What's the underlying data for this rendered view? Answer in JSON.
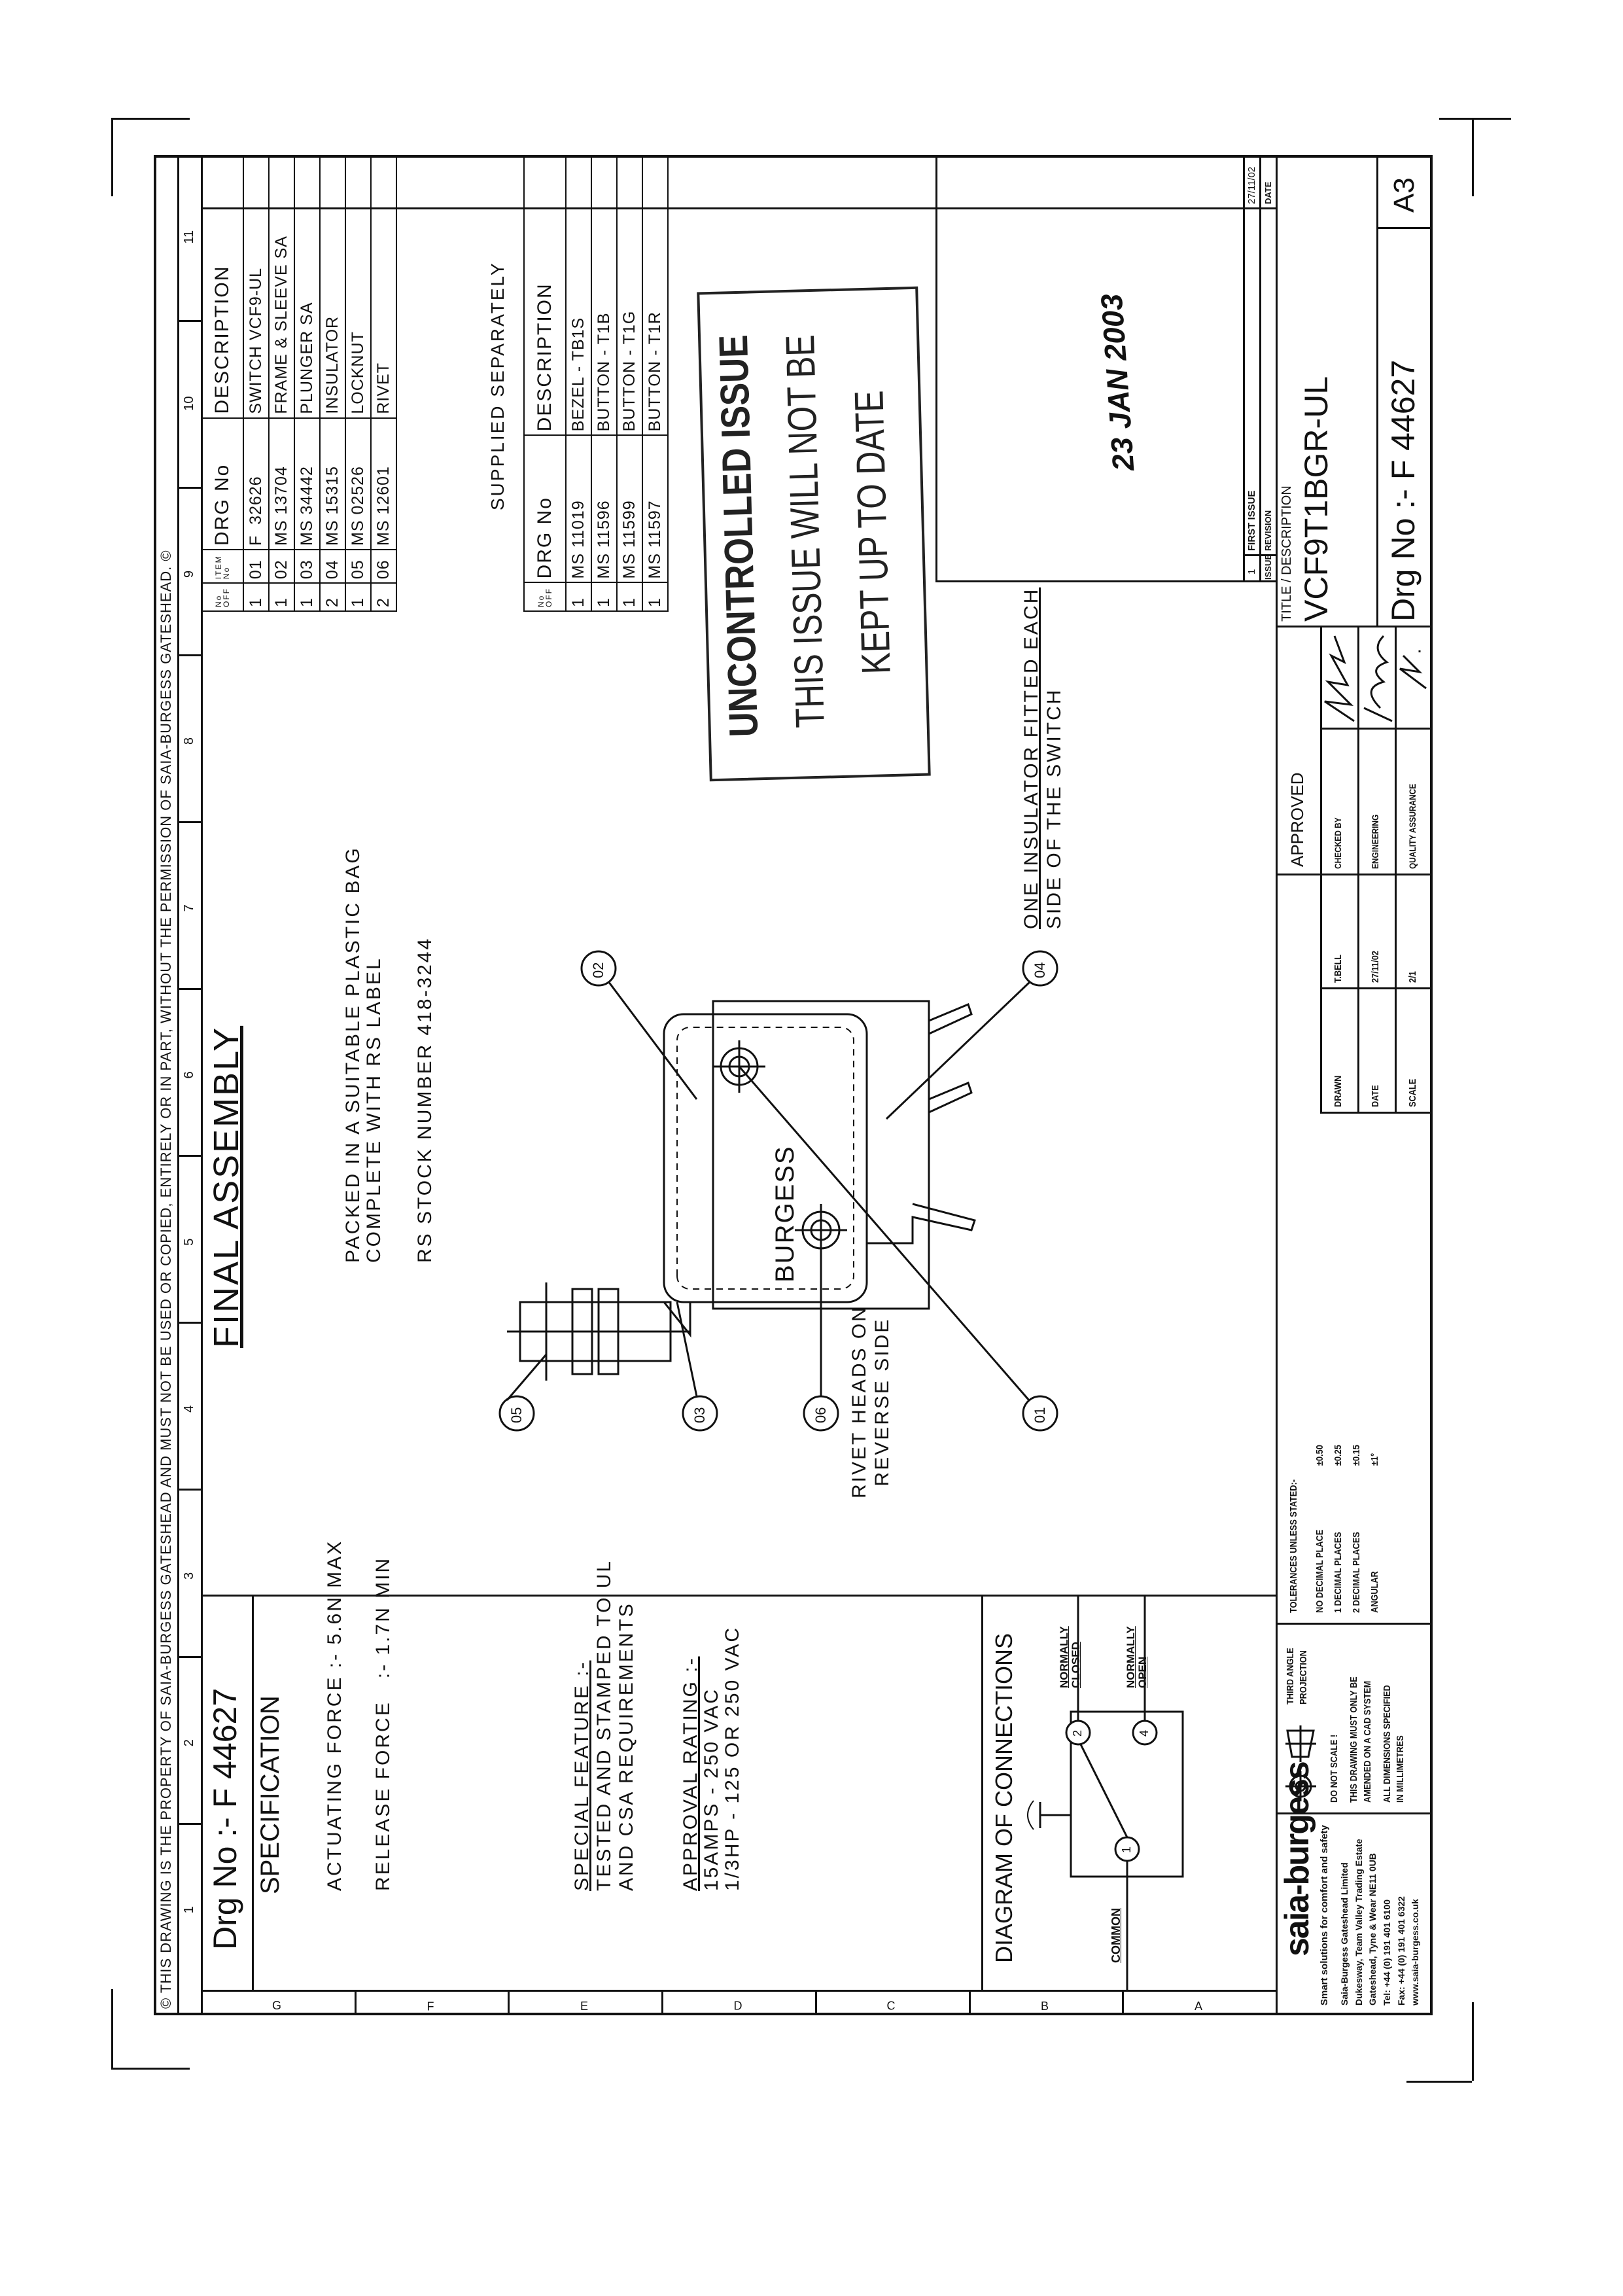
{
  "copyright": "© THIS DRAWING IS THE PROPERTY OF SAIA-BURGESS GATESHEAD AND MUST NOT BE USED OR COPIED, ENTIRELY OR IN PART, WITHOUT THE PERMISSION OF SAIA-BURGESS GATESHEAD. ©",
  "grid": {
    "columns": [
      "1",
      "2",
      "3",
      "4",
      "5",
      "6",
      "7",
      "8",
      "9",
      "10",
      "11"
    ],
    "rows": [
      "G",
      "F",
      "E",
      "D",
      "C",
      "B",
      "A"
    ]
  },
  "header": {
    "drawing_no": "Drg No :- F 44627"
  },
  "specification": {
    "title": "SPECIFICATION",
    "actuating": "ACTUATING FORCE :- 5.6N MAX",
    "release": "RELEASE FORCE   :- 1.7N MIN",
    "special_title": "SPECIAL FEATURE :-",
    "special_1": "TESTED AND STAMPED TO UL",
    "special_2": "AND CSA REQUIREMENTS",
    "rating_title": "APPROVAL RATING :-",
    "rating_1": "15AMPS - 250 VAC",
    "rating_2": "1/3HP - 125 OR 250 VAC"
  },
  "connections": {
    "title": "DIAGRAM OF CONNECTIONS",
    "common": "COMMON",
    "nc": [
      "NORMALLY",
      "CLOSED"
    ],
    "no": [
      "NORMALLY",
      "OPEN"
    ],
    "terminals": [
      "1",
      "2",
      "4"
    ]
  },
  "assembly": {
    "title": "FINAL ASSEMBLY",
    "packed_1": "PACKED IN A SUITABLE PLASTIC BAG",
    "packed_2": "COMPLETE WITH RS LABEL",
    "stock": "RS STOCK NUMBER 418-3244",
    "brand_on_part": "BURGESS",
    "balloons": [
      "05",
      "03",
      "06",
      "01",
      "02",
      "04"
    ],
    "rivet_note": [
      "RIVET HEADS ON",
      "REVERSE SIDE"
    ],
    "insulator_note": [
      "ONE INSULATOR FITTED EACH",
      "SIDE OF THE SWITCH"
    ]
  },
  "parts": {
    "headers": [
      "No OFF",
      "ITEM No",
      "DRG No",
      "DESCRIPTION"
    ],
    "rows": [
      [
        "1",
        "01",
        "F  32626",
        "SWITCH VCF9-UL"
      ],
      [
        "1",
        "02",
        "MS 13704",
        "FRAME & SLEEVE SA"
      ],
      [
        "1",
        "03",
        "MS 34442",
        "PLUNGER SA"
      ],
      [
        "2",
        "04",
        "MS 15315",
        "INSULATOR"
      ],
      [
        "1",
        "05",
        "MS 02526",
        "LOCKNUT"
      ],
      [
        "2",
        "06",
        "MS 12601",
        "RIVET"
      ]
    ]
  },
  "supplied": {
    "title": "SUPPLIED SEPARATELY",
    "headers": [
      "No OFF",
      "DRG No",
      "DESCRIPTION"
    ],
    "rows": [
      [
        "1",
        "MS 11019",
        "BEZEL - TB1S"
      ],
      [
        "1",
        "MS 11596",
        "BUTTON - T1B"
      ],
      [
        "1",
        "MS 11599",
        "BUTTON - T1G"
      ],
      [
        "1",
        "MS 11597",
        "BUTTON - T1R"
      ]
    ]
  },
  "stamps": {
    "uncontrolled": [
      "UNCONTROLLED ISSUE",
      "THIS ISSUE WILL NOT BE",
      "KEPT UP TO DATE"
    ],
    "date": "23 JAN 2003"
  },
  "revision": {
    "headers": [
      "ISSUE",
      "REVISION",
      "DATE"
    ],
    "rows": [
      [
        "1",
        "FIRST ISSUE",
        "27/11/02"
      ]
    ]
  },
  "titleblock": {
    "company": "saia-burgess",
    "tagline": "Smart solutions for comfort and safety",
    "address": [
      "Saia-Burgess Gateshead Limited",
      "Dukesway, Team Valley Trading Estate",
      "Gateshead, Tyne & Wear NE11 0UB",
      "Tel: +44 (0) 191 401 6100",
      "Fax: +44 (0) 191 401 6322",
      "www.saia-burgess.co.uk"
    ],
    "projection": [
      "THIRD ANGLE",
      "PROJECTION"
    ],
    "notes": [
      "DO NOT SCALE !",
      "THIS DRAWING MUST ONLY BE",
      "AMENDED ON A CAD SYSTEM",
      "ALL DIMENSIONS SPECIFIED",
      "IN MILLIMETRES"
    ],
    "tolerances_title": "TOLERANCES UNLESS STATED:-",
    "tolerances": [
      [
        "NO DECIMAL PLACE",
        "±0.50"
      ],
      [
        "1 DECIMAL PLACES",
        "±0.25"
      ],
      [
        "2 DECIMAL PLACES",
        "±0.15"
      ],
      [
        "ANGULAR",
        "±1°"
      ]
    ],
    "drawn_label": "DRAWN",
    "drawn": "T.BELL",
    "date_label": "DATE",
    "date": "27/11/02",
    "scale_label": "SCALE",
    "scale": "2/1",
    "approved": "APPROVED",
    "checked_label": "CHECKED BY",
    "engineering_label": "ENGINEERING",
    "qa_label": "QUALITY ASSURANCE",
    "title_label": "TITLE / DESCRIPTION",
    "title": "VCF9T1BGR-UL",
    "drawing_no": "Drg No :- F 44627",
    "size": "A3"
  }
}
